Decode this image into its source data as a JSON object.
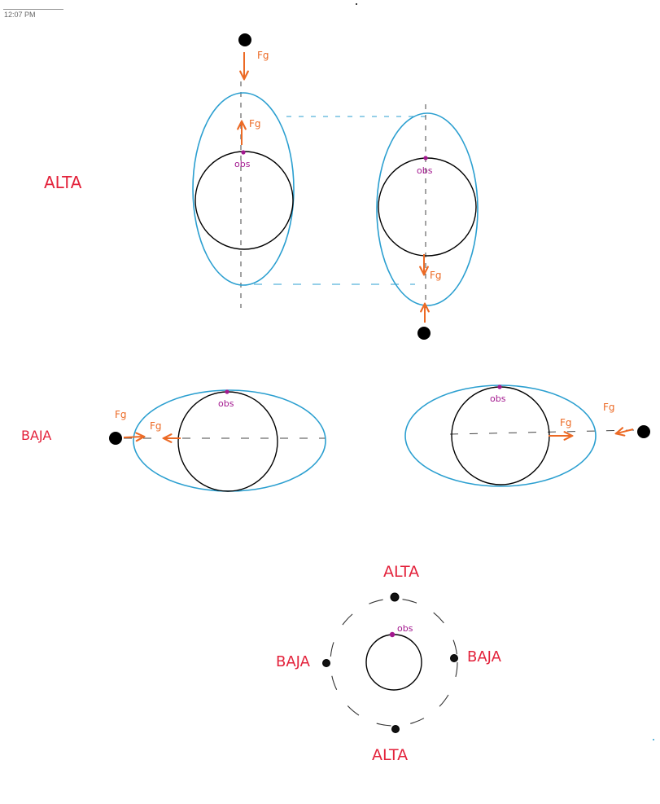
{
  "header": {
    "timestamp": "12:07 PM"
  },
  "colors": {
    "orbit": "#2b9fd0",
    "planet": "#000000",
    "force": "#ec6a25",
    "label": "#e3223b",
    "observer": "#a3188f"
  },
  "labels": {
    "alta": "ALTA",
    "baja": "BAJA",
    "alta_bottom": "ALTA",
    "baja_left": "BAJA",
    "baja_right": "BAJA",
    "obs": "obs",
    "force_symbol": "Fg"
  }
}
